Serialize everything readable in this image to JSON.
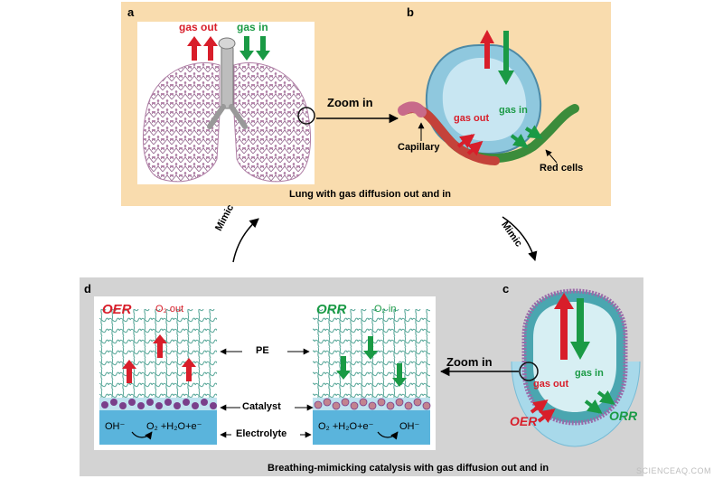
{
  "panels": {
    "a": {
      "letter": "a",
      "gas_out": "gas out",
      "gas_in": "gas in"
    },
    "b": {
      "letter": "b",
      "zoom": "Zoom in",
      "gas_out": "gas out",
      "gas_in": "gas in",
      "capillary": "Capillary",
      "red_cells": "Red cells",
      "caption": "Lung with gas diffusion out and in"
    },
    "c": {
      "letter": "c",
      "gas_out": "gas out",
      "gas_in": "gas in",
      "oer": "OER",
      "orr": "ORR"
    },
    "d": {
      "letter": "d",
      "oer": "OER",
      "o2_out": "O₂ out",
      "orr": "ORR",
      "o2_in": "O₂ in",
      "pe": "PE",
      "catalyst": "Catalyst",
      "electrolyte": "Electrolyte",
      "oh_left": "OH⁻",
      "eq_left": "O₂ +H₂O+e⁻",
      "eq_right": "O₂ +H₂O+e⁻",
      "oh_right": "OH⁻",
      "zoom": "Zoom in",
      "caption": "Breathing-mimicking catalysis with gas diffusion out and in"
    }
  },
  "mimic_left": "Mimic",
  "mimic_right": "Mimic",
  "watermark": "SCIENCEAQ.COM",
  "colors": {
    "top_bg": "#f9dcae",
    "bottom_bg": "#d3d3d3",
    "red": "#d81e2a",
    "green": "#1a9a45",
    "lung": "#b07fa6",
    "electrolyte": "#5ab4dc",
    "pe": "#5aa89a",
    "catalyst": "#7a3f8a"
  }
}
